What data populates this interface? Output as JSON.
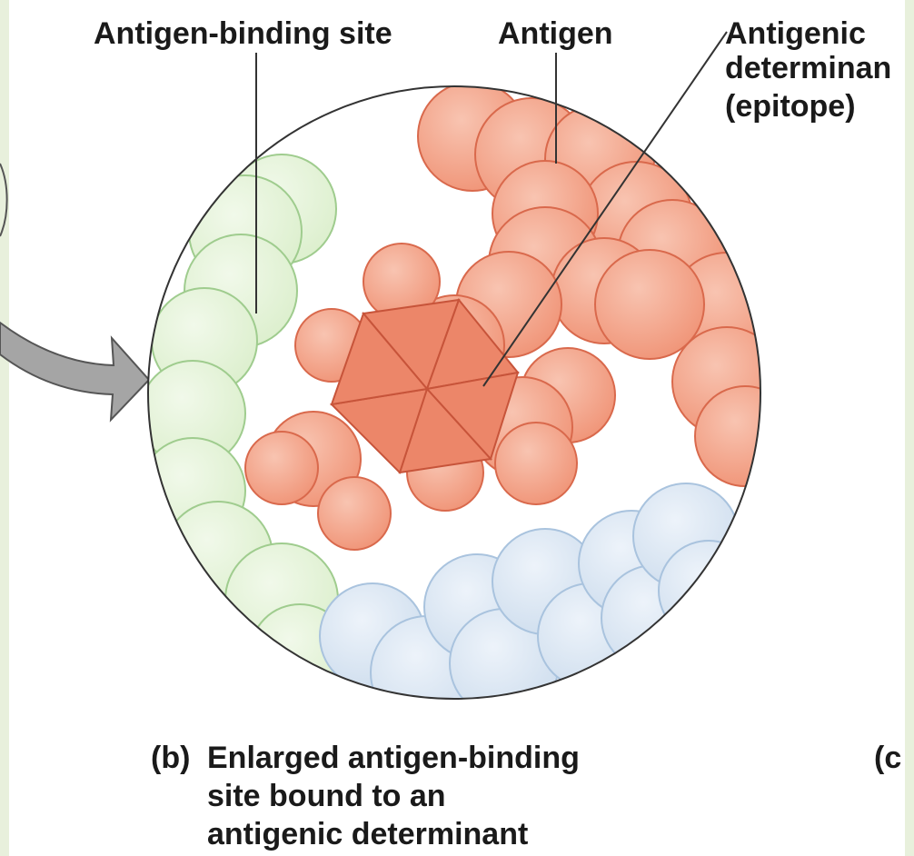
{
  "labels": {
    "antigen_binding_site": "Antigen-binding site",
    "antigen": "Antigen",
    "antigenic_determinant_line1": "Antigenic",
    "antigenic_determinant_line2": "determinan",
    "antigenic_determinant_line3": "(epitope)"
  },
  "caption": {
    "panel_letter": "(b)",
    "line1": "Enlarged antigen-binding",
    "line2": "site bound to an",
    "line3": "antigenic determinant",
    "next_panel_letter": "(c"
  },
  "colors": {
    "antigen_fill": "#f4a58a",
    "antigen_stroke": "#d9694c",
    "green_fill": "#e3f2d6",
    "green_stroke": "#9fcc8e",
    "blue_fill": "#dbe7f3",
    "blue_stroke": "#a9c3de",
    "frame": "#e8f0dc",
    "arrow": "#a5a5a5"
  }
}
